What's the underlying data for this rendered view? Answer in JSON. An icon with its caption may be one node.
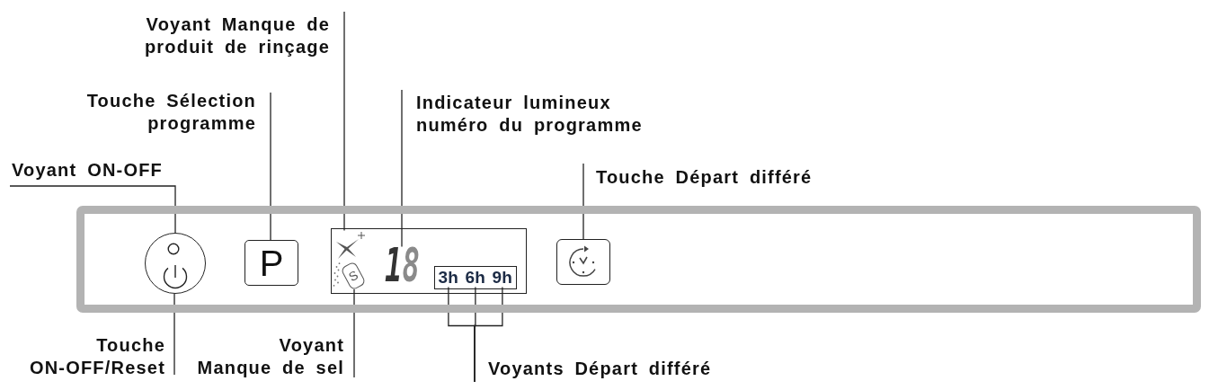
{
  "diagram": {
    "nodes": [
      {
        "text": [
          "Voyant Manque de produit de rinçage"
        ]
      },
      {
        "text": [
          "Touche Sélection programme"
        ]
      },
      {
        "text": [
          "Indicateur lumineux numéro du programme"
        ]
      },
      {
        "text": [
          "Voyant ON-OFF"
        ]
      },
      {
        "text": [
          "Touche Départ différé"
        ]
      },
      {
        "text": [],
        "shape": "box"
      },
      {
        "text": [],
        "shape": "circle",
        "in": 5
      },
      {
        "text": [
          "P"
        ],
        "in": 5
      },
      {
        "text": [],
        "shape": "box",
        "in": 5
      },
      {
        "text": [],
        "shape": "picture",
        "in": 8
      },
      {
        "text": [
          "S"
        ],
        "in": 8
      },
      {
        "text": [
          "18"
        ],
        "in": 8
      },
      {
        "text": [],
        "shape": "box",
        "in": 8
      },
      {
        "text": [
          "3h"
        ],
        "in": 12
      },
      {
        "text": [
          "6h"
        ],
        "in": 12
      },
      {
        "text": [
          "9h"
        ],
        "in": 12
      },
      {
        "text": [],
        "shape": "box",
        "in": 5
      },
      {
        "text": [
          "Touche ON-OFF/Reset"
        ]
      },
      {
        "text": [
          "Voyant Manque de sel"
        ]
      },
      {
        "text": [
          "Voyants Départ différé"
        ]
      }
    ],
    "edges": [
      {
        "from": 0,
        "to": 9,
        "arrow": "none"
      },
      {
        "from": 1,
        "to": 7,
        "arrow": "none"
      },
      {
        "from": 2,
        "to": 11,
        "arrow": "none"
      },
      {
        "from": 3,
        "to": 6,
        "arrow": "none"
      },
      {
        "from": 4,
        "to": 16,
        "arrow": "none"
      },
      {
        "from": 17,
        "to": 6,
        "arrow": "none"
      },
      {
        "from": 18,
        "to": 10,
        "arrow": "none"
      },
      {
        "from": 19,
        "to": 13,
        "arrow": "none"
      },
      {
        "from": 19,
        "to": 14,
        "arrow": "none"
      },
      {
        "from": 19,
        "to": 15,
        "arrow": "none"
      }
    ]
  }
}
